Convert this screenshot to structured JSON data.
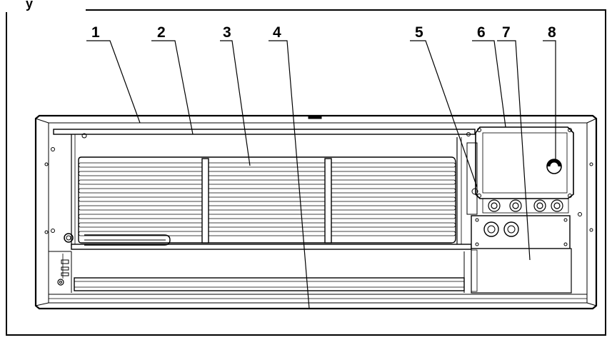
{
  "figure": {
    "header_fragment": "y",
    "callouts": [
      {
        "label": "1",
        "target": "top-frame-rail"
      },
      {
        "label": "2",
        "target": "rear-support-bar"
      },
      {
        "label": "3",
        "target": "cross-flow-fan"
      },
      {
        "label": "4",
        "target": "air-outlet-grille"
      },
      {
        "label": "5",
        "target": "cable-gland"
      },
      {
        "label": "6",
        "target": "control-box-cover"
      },
      {
        "label": "7",
        "target": "terminal-compartment"
      },
      {
        "label": "8",
        "target": "cover-grommet"
      }
    ]
  }
}
